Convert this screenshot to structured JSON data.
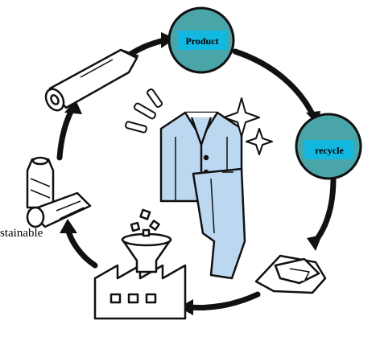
{
  "nodes": {
    "top_label": "Product",
    "right_label": "recycle"
  },
  "side_text": "stainable",
  "colors": {
    "node_fill": "#4aa5a8",
    "label_box": "#12b8e0",
    "garment": "#bcd7f0",
    "outline": "#111111",
    "background": "#ffffff"
  }
}
